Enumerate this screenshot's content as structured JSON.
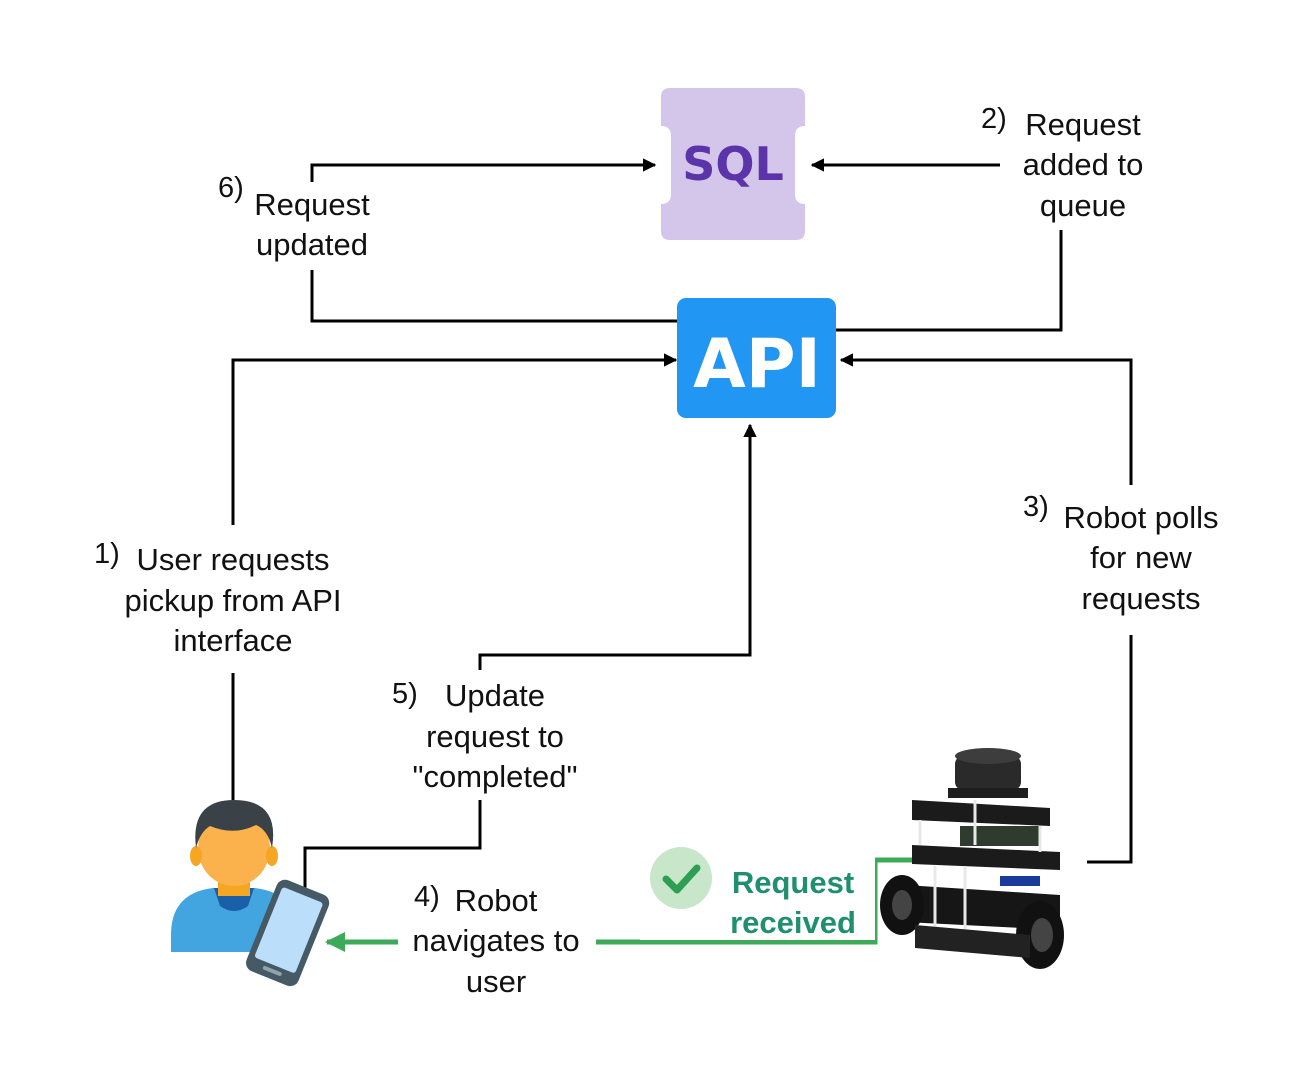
{
  "nodes": {
    "sql": {
      "label": "SQL",
      "color": "#d4c6ea",
      "text_color": "#5a34a8"
    },
    "api": {
      "label": "API",
      "color": "#2196f3",
      "text_color": "#ffffff"
    }
  },
  "steps": {
    "s1": {
      "num": "1)",
      "lines": [
        "User requests",
        "pickup from API",
        "interface"
      ]
    },
    "s2": {
      "num": "2)",
      "lines": [
        "Request",
        "added to",
        "queue"
      ]
    },
    "s3": {
      "num": "3)",
      "lines": [
        "Robot polls",
        "for new",
        "requests"
      ]
    },
    "s4": {
      "num": "4)",
      "lines": [
        "Robot",
        "navigates to",
        "user"
      ]
    },
    "s5": {
      "num": "5)",
      "lines": [
        "Update",
        "request to",
        "\"completed\""
      ]
    },
    "s6": {
      "num": "6)",
      "lines": [
        "Request",
        "updated"
      ]
    }
  },
  "status": {
    "lines": [
      "Request",
      "received"
    ],
    "color": "#1f8f6f",
    "badge_color": "#c8e6c9",
    "check_color": "#2e9e52"
  },
  "colors": {
    "line": "#000000",
    "robot_path": "#3daa5a"
  },
  "icons": {
    "user": "user-icon",
    "phone": "phone-icon",
    "robot": "robot-icon",
    "check": "check-icon"
  }
}
